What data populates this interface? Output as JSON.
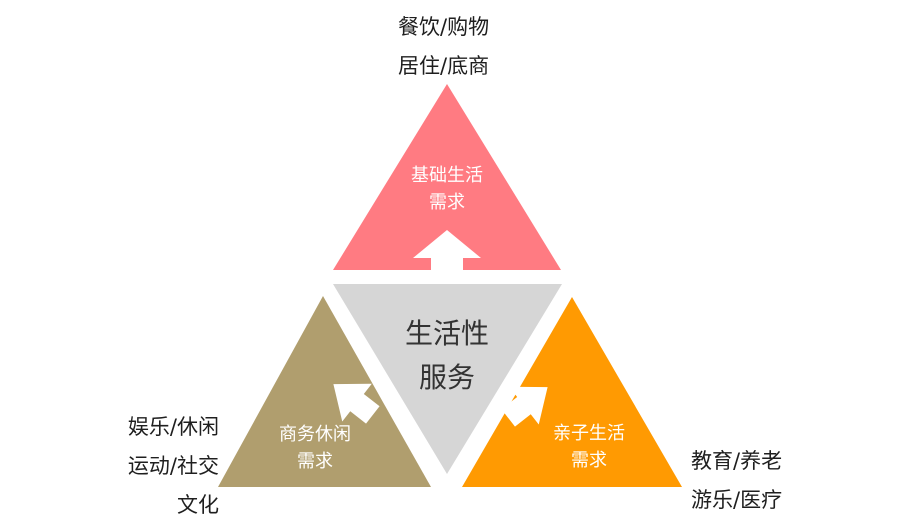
{
  "center": {
    "line1": "生活性",
    "line2": "服务"
  },
  "top": {
    "title1": "基础生活",
    "title2": "需求",
    "items": [
      "餐饮/购物",
      "居住/底商"
    ],
    "color": "#ff7b82"
  },
  "left": {
    "title1": "商务休闲",
    "title2": "需求",
    "items": [
      "娱乐/休闲",
      "运动/社交",
      "文化"
    ],
    "color": "#b09e6e"
  },
  "right": {
    "title1": "亲子生活",
    "title2": "需求",
    "items": [
      "教育/养老",
      "游乐/医疗"
    ],
    "color": "#ff9a02"
  },
  "center_color": "#d6d6d6"
}
